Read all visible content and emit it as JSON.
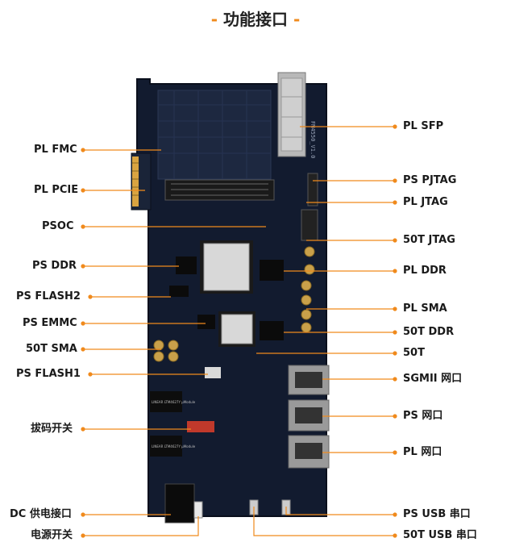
{
  "title": {
    "dash_left": "-",
    "text": "功能接口",
    "dash_right": "-"
  },
  "colors": {
    "accent": "#f08a1c",
    "board": "#101a2e",
    "text": "#1a1a1a"
  },
  "left_labels": {
    "pl_fmc": "PL FMC",
    "pl_pcie": "PL PCIE",
    "psoc": "PSOC",
    "ps_ddr": "PS DDR",
    "ps_flash2": "PS FLASH2",
    "ps_emmc": "PS EMMC",
    "t50_sma": "50T SMA",
    "ps_flash1": "PS FLASH1",
    "dip_switch": "拔码开关",
    "dc_power": "DC 供电接口",
    "power_switch": "电源开关"
  },
  "right_labels": {
    "pl_sfp": "PL SFP",
    "ps_pjtag": "PS PJTAG",
    "pl_jtag": "PL JTAG",
    "t50_jtag": "50T JTAG",
    "pl_ddr": "PL DDR",
    "pl_sma": "PL SMA",
    "t50_ddr": "50T DDR",
    "t50": "50T",
    "sgmii": "SGMII 网口",
    "ps_eth": "PS 网口",
    "pl_eth": "PL 网口",
    "ps_usb": "PS USB 串口",
    "t50_usb": "50T USB 串口"
  },
  "board_marks": {
    "sfp_text": "FM4550_V1.0",
    "chip1_text": "LINEAR LTM4627Y μModule",
    "chip2_text": "LINEAR LTM4627Y μModule"
  }
}
